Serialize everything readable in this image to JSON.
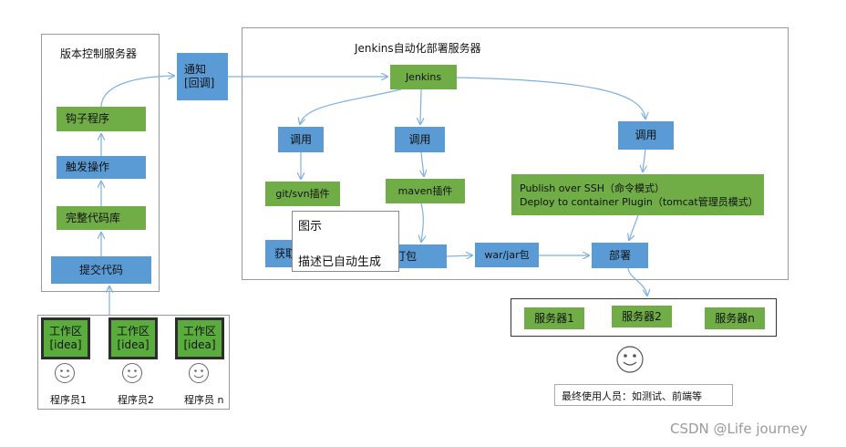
{
  "vcs": {
    "title": "版本控制服务器",
    "hook": "钩子程序",
    "trigger": "触发操作",
    "full_repo": "完整代码库",
    "commit": "提交代码"
  },
  "notify": {
    "line1": "通知",
    "line2": "[回调]"
  },
  "jenkins_server": {
    "title": "Jenkins自动化部署服务器",
    "jenkins": "Jenkins",
    "call1": "调用",
    "call2": "调用",
    "call3": "调用",
    "git_plugin": "git/svn插件",
    "maven_plugin": "maven插件",
    "publish_line1": "Publish over SSH（命令模式）",
    "publish_line2": "Deploy to container Plugin（tomcat管理员模式）",
    "fetch": "获取",
    "package": "打包",
    "artifact": "war/jar包",
    "deploy": "部署"
  },
  "servers": {
    "s1": "服务器1",
    "s2": "服务器2",
    "sn": "服务器n"
  },
  "end_user": "最终使用人员：如测试、前端等",
  "developers": [
    {
      "ws1": "工作区",
      "ws2": "[idea]",
      "name": "程序员1"
    },
    {
      "ws1": "工作区",
      "ws2": "[idea]",
      "name": "程序员2"
    },
    {
      "ws1": "工作区",
      "ws2": "[idea]",
      "name": "程序员 n"
    }
  ],
  "tooltip": {
    "line1": "图示",
    "line2": "描述已自动生成"
  },
  "watermark": "CSDN @Life  journey",
  "colors": {
    "blue": "#5b9bd5",
    "green": "#70ad47",
    "arrow": "#7fb0e0"
  }
}
